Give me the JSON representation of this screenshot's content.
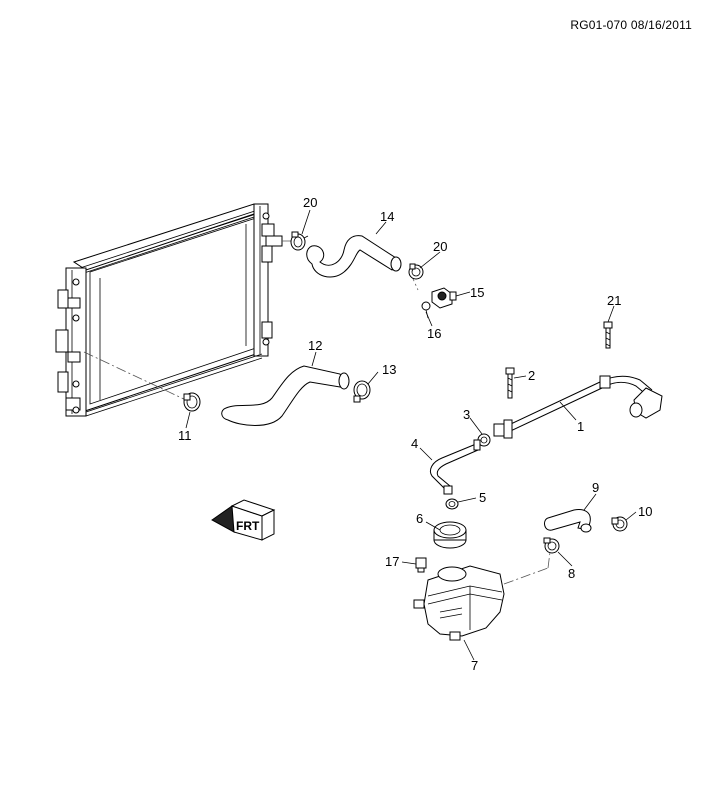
{
  "header": {
    "reference": "RG01-070 08/16/2011"
  },
  "callouts": {
    "c1": "1",
    "c2": "2",
    "c3": "3",
    "c4": "4",
    "c5": "5",
    "c6": "6",
    "c7": "7",
    "c8": "8",
    "c9": "9",
    "c10": "10",
    "c11": "11",
    "c12": "12",
    "c13": "13",
    "c14": "14",
    "c15": "15",
    "c16": "16",
    "c17": "17",
    "c20a": "20",
    "c20b": "20",
    "c21": "21"
  },
  "front_indicator": {
    "label": "FRT"
  }
}
